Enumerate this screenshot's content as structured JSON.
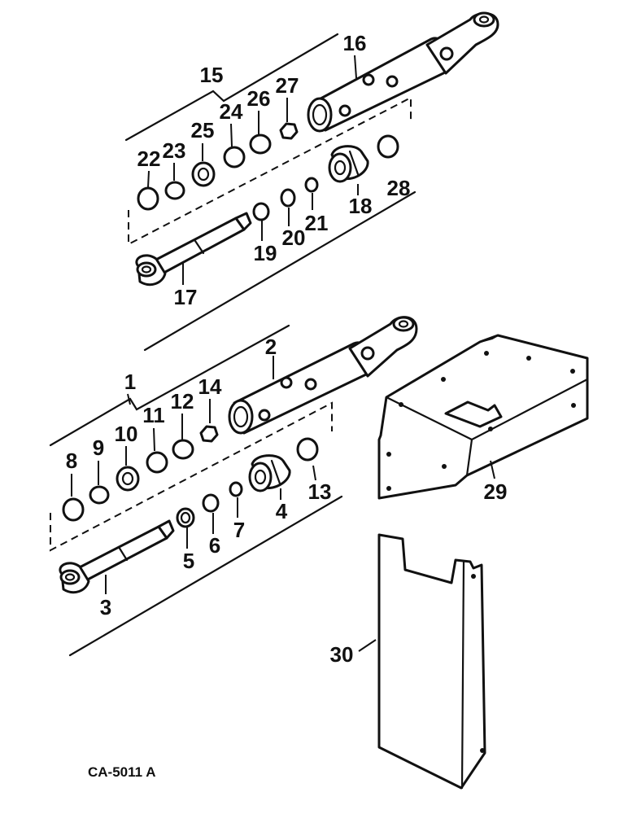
{
  "figure_reference": "CA-5011 A",
  "callouts": [
    "1",
    "2",
    "3",
    "4",
    "5",
    "6",
    "7",
    "8",
    "9",
    "10",
    "11",
    "12",
    "13",
    "14",
    "15",
    "16",
    "17",
    "18",
    "19",
    "20",
    "21",
    "22",
    "23",
    "24",
    "25",
    "26",
    "27",
    "28",
    "29",
    "30"
  ]
}
